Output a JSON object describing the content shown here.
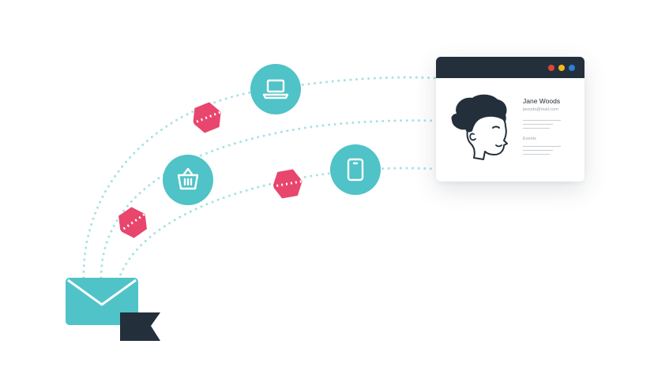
{
  "colors": {
    "teal": "#4fc3c7",
    "teal_light": "#a8e2e3",
    "dark": "#23303c",
    "pink": "#e8466d",
    "dot_red": "#e0443b",
    "dot_yellow": "#f5b81c",
    "dot_blue": "#2a7fd9"
  },
  "profile": {
    "name": "Jane Woods",
    "email": "jwoods@mail.com",
    "section": "Events"
  },
  "icons": {
    "source": "envelope-icon",
    "flag": "flag-icon",
    "channels": [
      "laptop-icon",
      "shopping-basket-icon",
      "smartphone-icon"
    ],
    "blocked": "blocked-tag-icon"
  }
}
